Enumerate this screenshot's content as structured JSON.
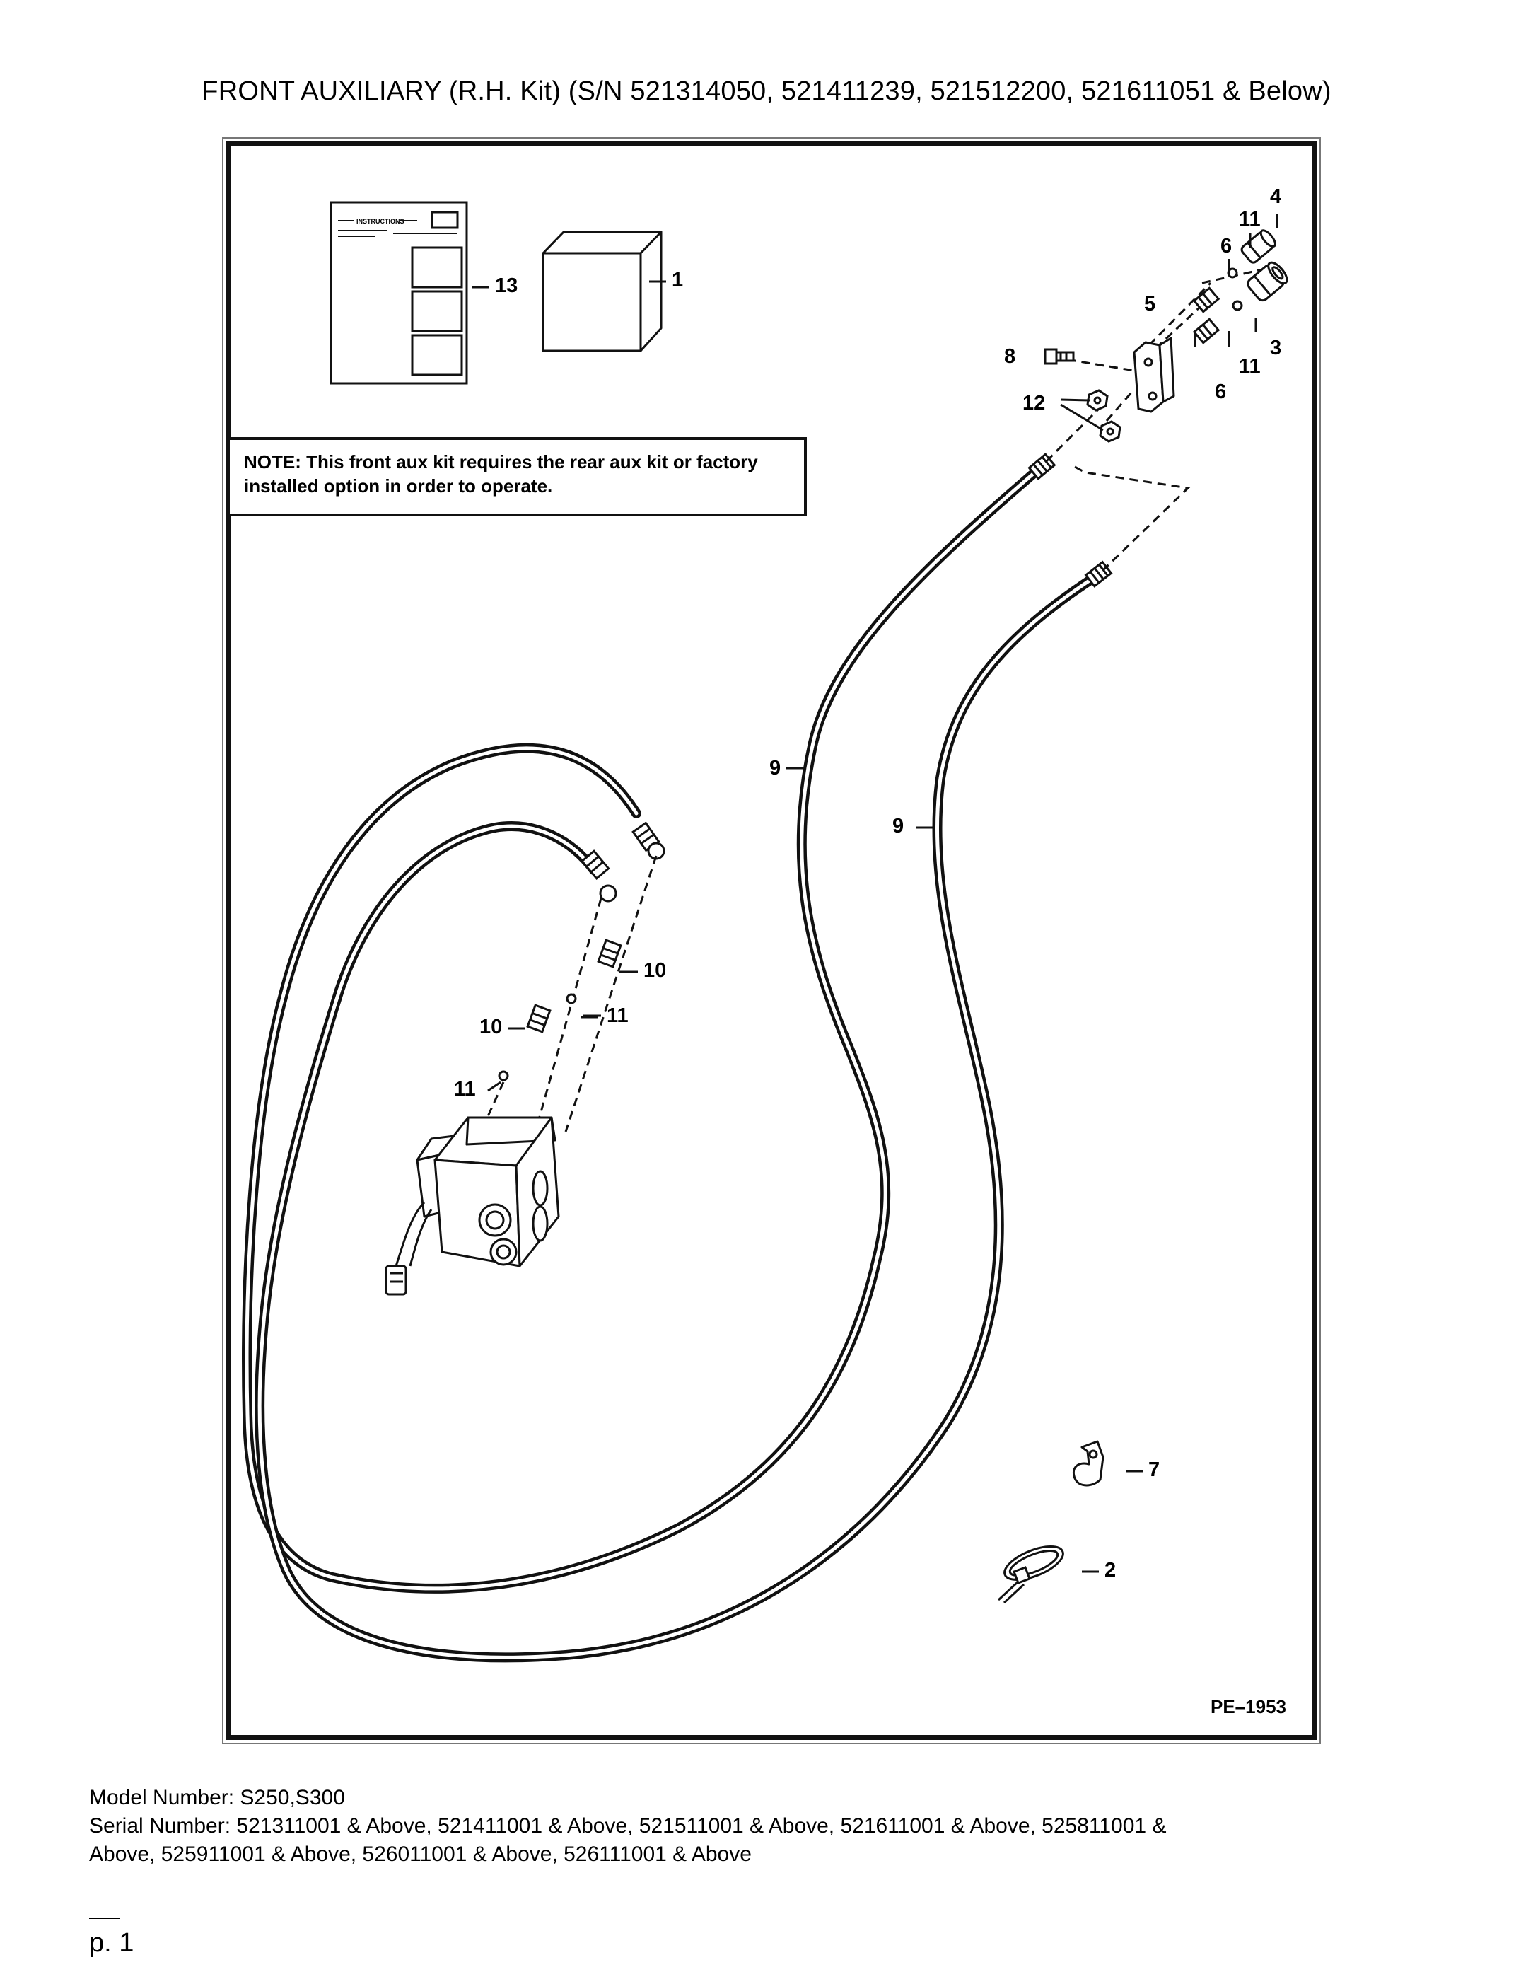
{
  "title": "FRONT AUXILIARY (R.H. Kit) (S/N 521314050, 521411239, 521512200, 521611051 & Below)",
  "note": {
    "lead": "NOTE:",
    "text": " This front aux kit requires the rear aux kit or factory installed option in order to operate."
  },
  "instruction_sheet_heading": "INSTRUCTIONS",
  "callouts": {
    "c1": "1",
    "c2": "2",
    "c3": "3",
    "c4": "4",
    "c5": "5",
    "c6a": "6",
    "c6b": "6",
    "c7": "7",
    "c8": "8",
    "c9a": "9",
    "c9b": "9",
    "c10a": "10",
    "c10b": "10",
    "c11a": "11",
    "c11b": "11",
    "c11c": "11",
    "c11d": "11",
    "c12": "12",
    "c13": "13"
  },
  "figure_ref": "PE–1953",
  "footer": {
    "model": "Model Number: S250,S300",
    "serial_line1": "Serial Number: 521311001 & Above, 521411001 & Above, 521511001 & Above, 521611001 & Above, 525811001 &",
    "serial_line2": "Above, 525911001 & Above, 526011001 & Above, 526111001 & Above"
  },
  "page": "p. 1"
}
